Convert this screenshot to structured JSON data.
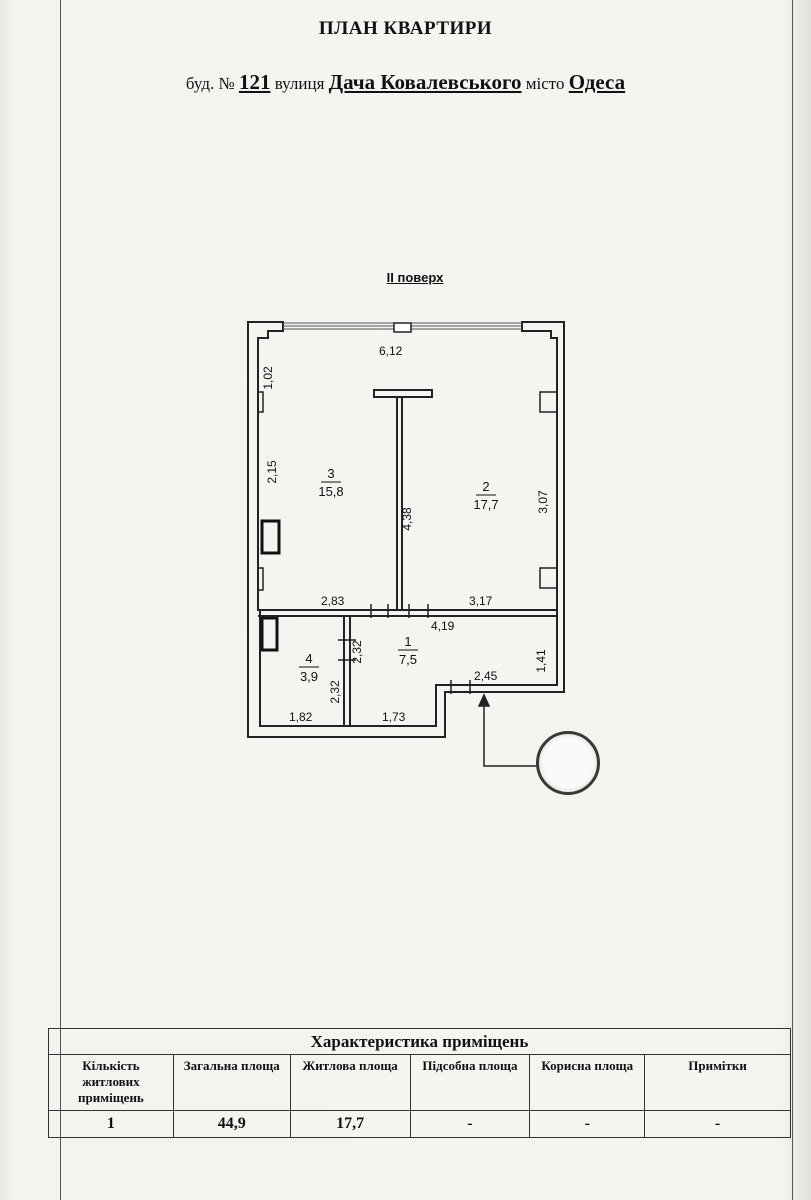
{
  "header": {
    "title": "ПЛАН КВАРТИРИ",
    "building_label": "буд. №",
    "building_number": "121",
    "street_label": "вулиця",
    "street": "Дача Ковалевського",
    "city_label": "місто",
    "city": "Одеса"
  },
  "plan": {
    "floor_label": "II поверх",
    "rooms": [
      {
        "number": "3",
        "area": "15,8"
      },
      {
        "number": "2",
        "area": "17,7"
      },
      {
        "number": "1",
        "area": "7,5"
      },
      {
        "number": "4",
        "area": "3,9"
      }
    ],
    "dimensions": {
      "top_width": "6,12",
      "left_upper": "1,02",
      "left_middle": "2,15",
      "partition": "4,38",
      "right_wall": "3,07",
      "room3_bottom": "2,83",
      "room2_bottom": "3,17",
      "hall_top": "4,19",
      "hall_left": "2,32",
      "room4_right": "2,32",
      "hall_right": "1,41",
      "entrance": "2,45",
      "room4_bottom": "1,82",
      "hall_bottom": "1,73"
    }
  },
  "characteristics": {
    "caption": "Характеристика приміщень",
    "headers": {
      "living_rooms": "Кількість житлових приміщень",
      "total_area": "Загальна площа",
      "living_area": "Житлова площа",
      "auxiliary_area": "Підсобна площа",
      "useful_area": "Корисна площа",
      "notes": "Примітки"
    },
    "values": {
      "living_rooms": "1",
      "total_area": "44,9",
      "living_area": "17,7",
      "auxiliary_area": "-",
      "useful_area": "-",
      "notes": "-"
    }
  }
}
